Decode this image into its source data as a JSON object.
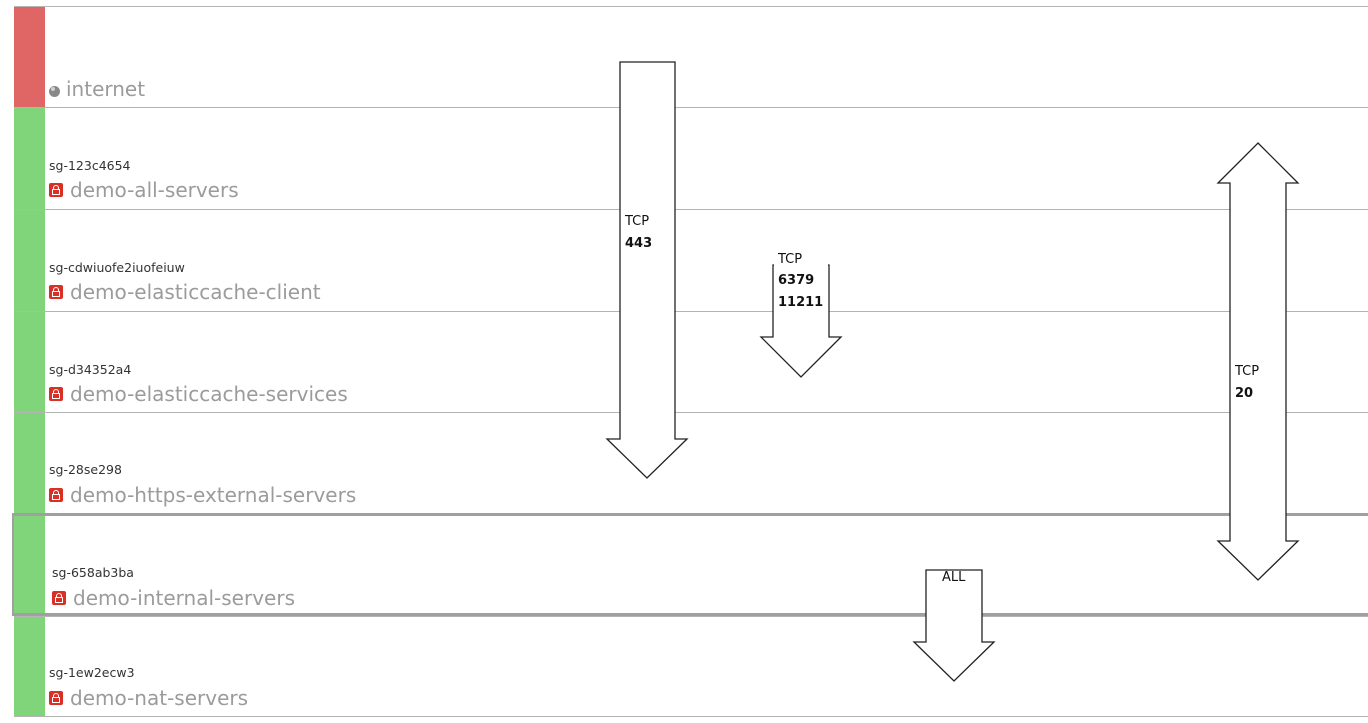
{
  "internet": {
    "name": "internet",
    "icon": "globe-icon"
  },
  "security_groups": [
    {
      "id": "sg-123c4654",
      "name": "demo-all-servers"
    },
    {
      "id": "sg-cdwiuofe2iuofeiuw",
      "name": "demo-elasticcache-client"
    },
    {
      "id": "sg-d34352a4",
      "name": "demo-elasticcache-services"
    },
    {
      "id": "sg-28se298",
      "name": "demo-https-external-servers"
    },
    {
      "id": "sg-658ab3ba",
      "name": "demo-internal-servers"
    },
    {
      "id": "sg-1ew2ecw3",
      "name": "demo-nat-servers"
    }
  ],
  "flows": [
    {
      "protocol": "TCP",
      "ports": [
        "443"
      ],
      "from": "internet",
      "to": "demo-https-external-servers",
      "direction": "down"
    },
    {
      "protocol": "TCP",
      "ports": [
        "6379",
        "11211"
      ],
      "from": "demo-elasticcache-client",
      "to": "demo-elasticcache-services",
      "direction": "down"
    },
    {
      "protocol": "TCP",
      "ports": [
        "20"
      ],
      "from": "demo-all-servers",
      "to": "demo-internal-servers",
      "direction": "both"
    },
    {
      "protocol": "ALL",
      "ports": [],
      "from": "demo-internal-servers",
      "to": "demo-nat-servers",
      "direction": "down"
    }
  ],
  "colors": {
    "internet_strip": "#e06666",
    "sg_strip": "#80d47a",
    "lock_icon": "#d93025"
  },
  "selected_group": "demo-internal-servers"
}
